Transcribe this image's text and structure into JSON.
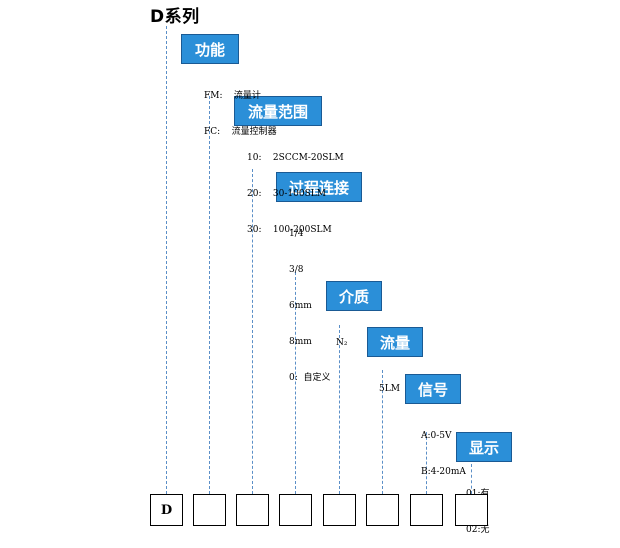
{
  "title": "D系列",
  "sections": [
    {
      "label": "功能",
      "options": [
        "FM:    流量计",
        "FC:    流量控制器"
      ]
    },
    {
      "label": "流量范围",
      "options": [
        "10:    2SCCM-20SLM",
        "20:    30-100SLM",
        "30:    100-200SLM"
      ]
    },
    {
      "label": "过程连接",
      "options": [
        "1/4",
        "3/8",
        "6mm",
        "8mm",
        "0:  自定义"
      ]
    },
    {
      "label": "介质",
      "options": [
        "N₂"
      ]
    },
    {
      "label": "流量",
      "options": [
        "5LM"
      ]
    },
    {
      "label": "信号",
      "options": [
        "A:0-5V",
        "B:4-20mA"
      ]
    },
    {
      "label": "显示",
      "options": [
        "01:有",
        "02:无"
      ]
    }
  ],
  "code_boxes": [
    "D",
    "",
    "",
    "",
    "",
    "",
    "",
    ""
  ]
}
